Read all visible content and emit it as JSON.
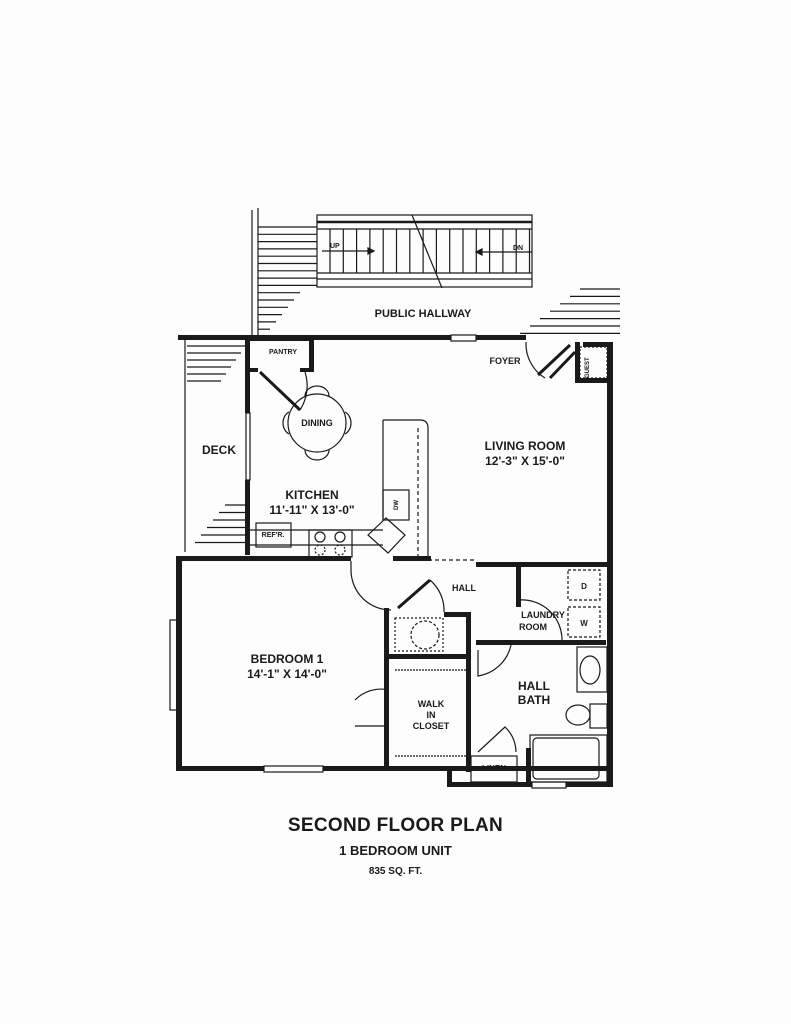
{
  "stairs": {
    "up_label": "UP",
    "down_label": "DN"
  },
  "rooms": {
    "public_hallway": "PUBLIC HALLWAY",
    "pantry": "PANTRY",
    "foyer": "FOYER",
    "guest": "GUEST",
    "dining": "DINING",
    "deck": "DECK",
    "living_room": {
      "name": "LIVING ROOM",
      "size": "12'-3\" X 15'-0\""
    },
    "kitchen": {
      "name": "KITCHEN",
      "size": "11'-11\" X 13'-0\""
    },
    "dishwasher": "DW",
    "refrigerator": "REF'R.",
    "hall": "HALL",
    "laundry": {
      "line1": "LAUNDRY",
      "line2": "ROOM"
    },
    "dryer": "D",
    "washer": "W",
    "bedroom": {
      "name": "BEDROOM 1",
      "size": "14'-1\" X 14'-0\""
    },
    "walk_in_closet": {
      "line1": "WALK",
      "line2": "IN",
      "line3": "CLOSET"
    },
    "hall_bath": {
      "line1": "HALL",
      "line2": "BATH"
    },
    "linen": "LINEN"
  },
  "footer": {
    "title": "SECOND FLOOR PLAN",
    "subtitle": "1 BEDROOM UNIT",
    "area": "835 SQ. FT."
  }
}
